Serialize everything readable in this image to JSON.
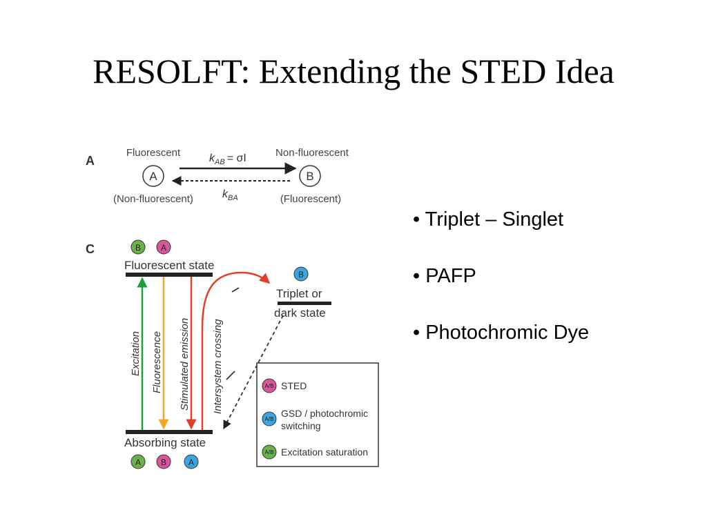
{
  "title": "RESOLFT: Extending the STED Idea",
  "bullets": [
    "• Triplet – Singlet",
    "• PAFP",
    "• Photochromic Dye"
  ],
  "panel_a": {
    "label": "A",
    "left_top": "Fluorescent",
    "left_bottom": "(Non-fluorescent)",
    "state_a": "A",
    "state_b": "B",
    "right_top": "Non-fluorescent",
    "right_bottom": "(Fluorescent)",
    "k_ab_eq": "= σI",
    "k_ab_k": "k",
    "k_ab_sub": "AB",
    "k_ba_k": "k",
    "k_ba_sub": "BA"
  },
  "panel_c": {
    "label": "C",
    "fluorescent_state": "Fluorescent state",
    "absorbing_state": "Absorbing state",
    "triplet_line1": "Triplet or",
    "triplet_line2": "dark state",
    "excitation": "Excitation",
    "fluorescence": "Fluorescence",
    "stimulated": "Stimulated emission",
    "intersystem": "Intersystem crossing",
    "top_badges": [
      "B",
      "A"
    ],
    "triplet_badge": "B",
    "bottom_badges": [
      "A",
      "B",
      "A"
    ],
    "legend": [
      {
        "badge": "A/B",
        "line1": "STED",
        "line2": "",
        "color": "#d9559b"
      },
      {
        "badge": "A/B",
        "line1": "GSD / photochromic",
        "line2": "switching",
        "color": "#3aa6dd"
      },
      {
        "badge": "A/B",
        "line1": "Excitation saturation",
        "line2": "",
        "color": "#6ab04c"
      }
    ]
  },
  "colors": {
    "green": "#6ab04c",
    "pink": "#d9559b",
    "blue": "#3aa6dd",
    "excitation_arrow": "#1f9e3f",
    "fluorescence_arrow": "#f2a52a",
    "emission_arrow": "#e0402a"
  }
}
